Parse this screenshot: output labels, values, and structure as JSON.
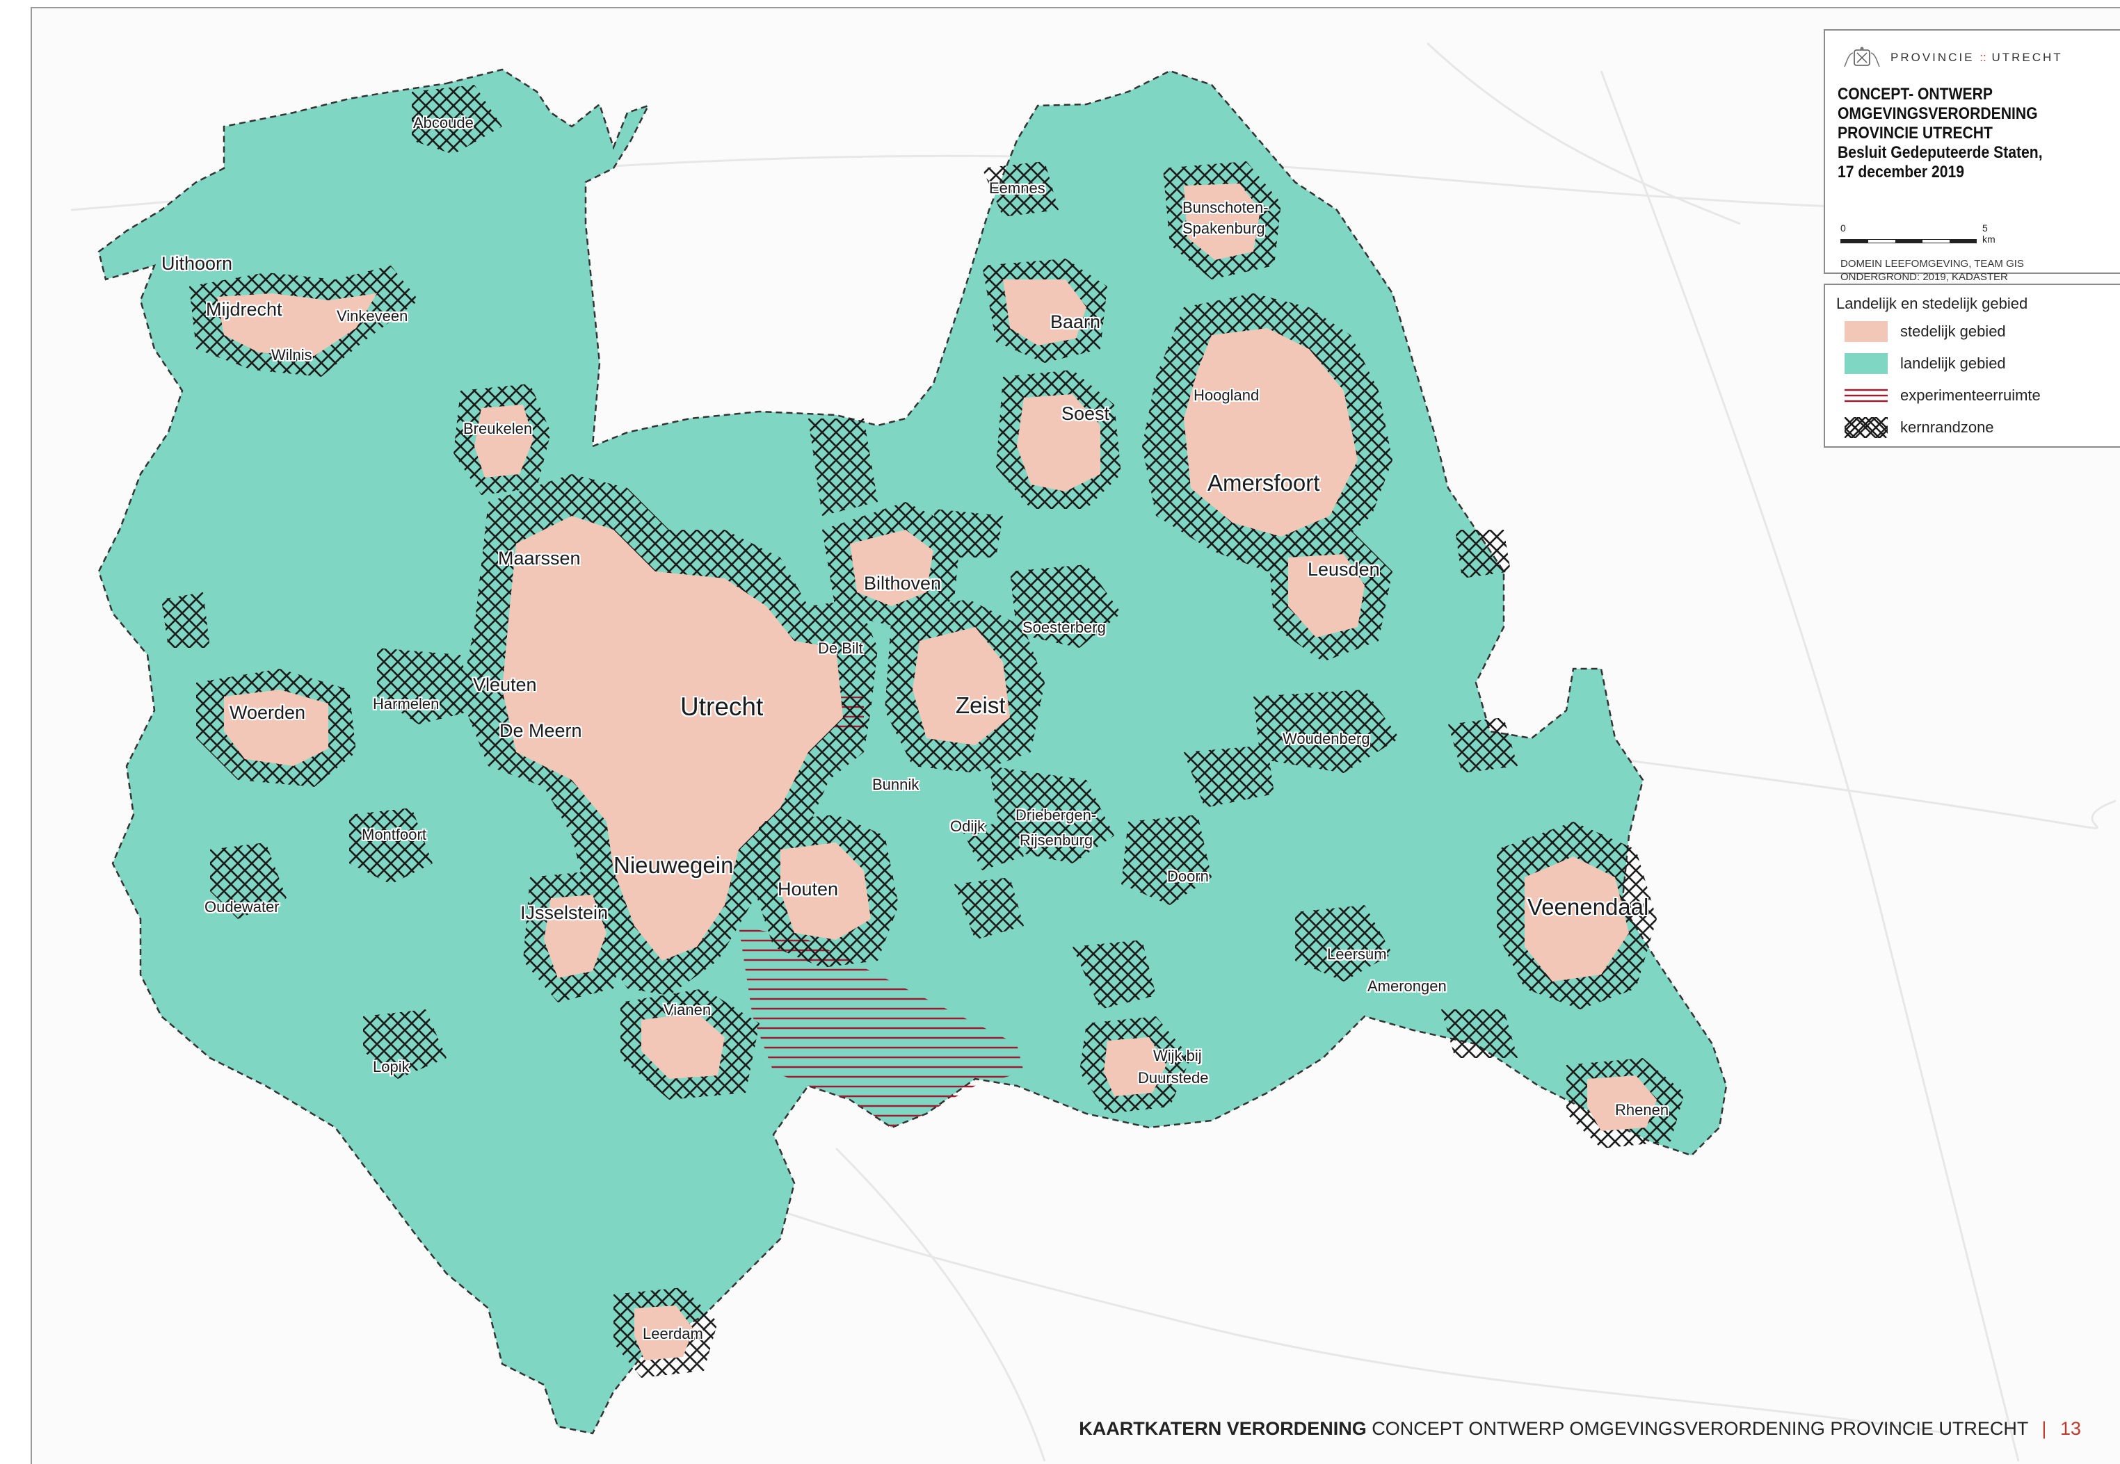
{
  "colors": {
    "rural": "#7fd6c2",
    "urban": "#f2c7b8",
    "hatch": "#1c1c1c",
    "experiment": "#9b1b30",
    "accent": "#c0392b"
  },
  "places": {
    "abcoude": "Abcoude",
    "uithoorn": "Uithoorn",
    "mijdrecht": "Mijdrecht",
    "vinkeveen": "Vinkeveen",
    "wilnis": "Wilnis",
    "breukelen": "Breukelen",
    "maarssen": "Maarssen",
    "woerden": "Woerden",
    "harmelen": "Harmelen",
    "vleuten": "Vleuten",
    "de_meern": "De Meern",
    "utrecht": "Utrecht",
    "montfoort": "Montfoort",
    "oudewater": "Oudewater",
    "nieuwegein": "Nieuwegein",
    "ijsselstein": "IJsselstein",
    "houten": "Houten",
    "vianen": "Vianen",
    "lopik": "Lopik",
    "leerdam": "Leerdam",
    "eemnes": "Eemnes",
    "bunschoten": "Bunschoten-",
    "spakenburg": "Spakenburg",
    "baarn": "Baarn",
    "soest": "Soest",
    "hoogland": "Hoogland",
    "amersfoort": "Amersfoort",
    "bilthoven": "Bilthoven",
    "de_bilt": "De Bilt",
    "soesterberg": "Soesterberg",
    "leusden": "Leusden",
    "zeist": "Zeist",
    "woudenberg": "Woudenberg",
    "bunnik": "Bunnik",
    "odijk": "Odijk",
    "driebergen": "Driebergen-",
    "rijsenburg": "Rijsenburg",
    "doorn": "Doorn",
    "veenendaal": "Veenendaal",
    "leersum": "Leersum",
    "amerongen": "Amerongen",
    "wijk_bij": "Wijk bij",
    "duurstede": "Duurstede",
    "rhenen": "Rhenen"
  },
  "titlebox": {
    "logo_left": "PROVINCIE",
    "logo_sep": "::",
    "logo_right": "UTRECHT",
    "title_1": "CONCEPT- ONTWERP",
    "title_2": "OMGEVINGSVERORDENING",
    "title_3": "PROVINCIE UTRECHT",
    "title_4": "Besluit Gedeputeerde Staten,",
    "title_5": "17 december 2019",
    "scale_start": "0",
    "scale_end": "5 km",
    "credit_1": "DOMEIN LEEFOMGEVING, TEAM GIS",
    "credit_2": "ONDERGROND: 2019, KADASTER"
  },
  "legend": {
    "title": "Landelijk en stedelijk gebied",
    "items": [
      {
        "label": "stedelijk gebied"
      },
      {
        "label": "landelijk gebied"
      },
      {
        "label": "experimenteerruimte"
      },
      {
        "label": "kernrandzone"
      }
    ]
  },
  "footer": {
    "bold": "KAARTKATERN VERORDENING",
    "rest": "CONCEPT ONTWERP OMGEVINGSVERORDENING PROVINCIE UTRECHT",
    "pipe": "|",
    "page": "13"
  }
}
